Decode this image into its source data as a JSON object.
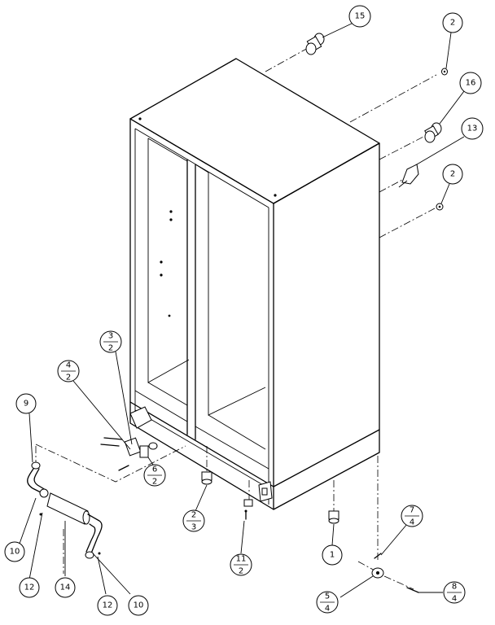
{
  "colors": {
    "line": "#000000",
    "background": "#ffffff"
  },
  "callouts": {
    "c15": "15",
    "c2a": "2",
    "c16": "16",
    "c13": "13",
    "c2b": "2",
    "c32": {
      "top": "3",
      "bottom": "2"
    },
    "c42": {
      "top": "4",
      "bottom": "2"
    },
    "c62": {
      "top": "6",
      "bottom": "2"
    },
    "c9": "9",
    "c23": {
      "top": "2",
      "bottom": "3"
    },
    "c112": {
      "top": "11",
      "bottom": "2"
    },
    "c1": "1",
    "c74": {
      "top": "7",
      "bottom": "4"
    },
    "c54": {
      "top": "5",
      "bottom": "4"
    },
    "c84": {
      "top": "8",
      "bottom": "4"
    },
    "c10a": "10",
    "c12a": "12",
    "c14": "14",
    "c12b": "12",
    "c10b": "10"
  }
}
